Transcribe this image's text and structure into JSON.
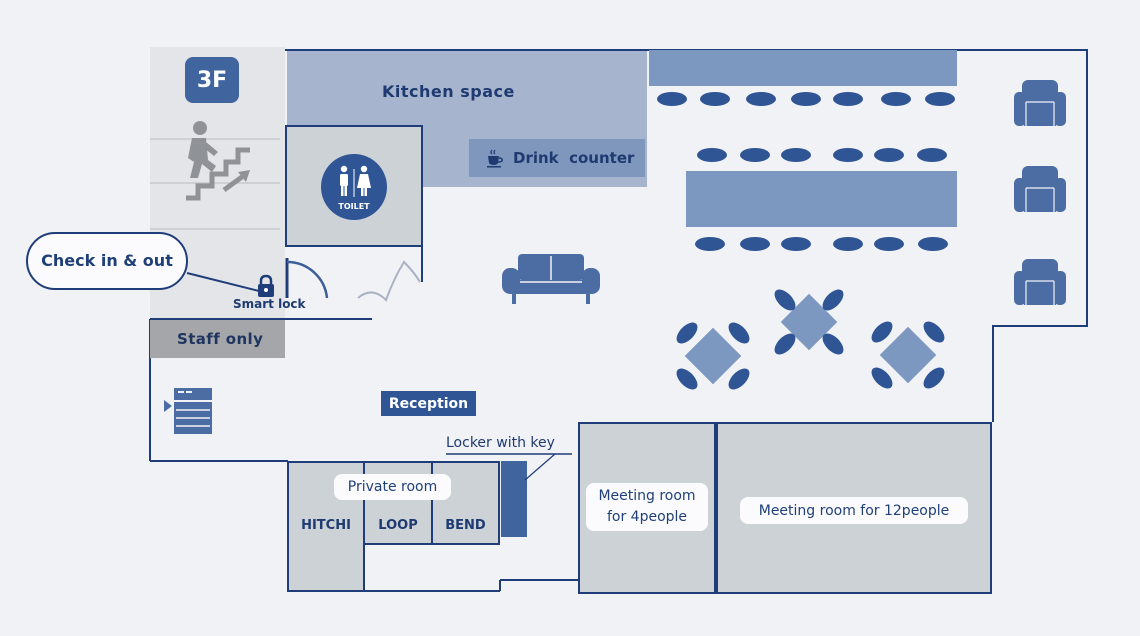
{
  "floor": {
    "label": "3F"
  },
  "areas": {
    "kitchen": "Kitchen space",
    "drink_counter": "Drink  counter",
    "staff_only": "Staff only",
    "reception": "Reception",
    "check_in_out": "Check in & out",
    "smart_lock": "Smart lock",
    "locker": "Locker with key",
    "private_room": "Private room"
  },
  "toilet": {
    "label": "TOILET"
  },
  "rooms": {
    "hitchi": "HITCHI",
    "loop": "LOOP",
    "bend": "BEND",
    "meeting4_line1": "Meeting room",
    "meeting4_line2": "for 4people",
    "meeting12": "Meeting room for 12people"
  },
  "colors": {
    "wall": "#1f3d78",
    "accent_dark": "#2f5595",
    "furniture": "#4c6da4",
    "table": "#7d98c0",
    "room_fill": "#ccd2d6",
    "kitchen_fill": "#a6b4ce",
    "stair_fill": "#e4e5e9",
    "background": "#f1f2f6"
  },
  "icons": [
    "stairs-icon",
    "toilet-icon",
    "coffee-cup-icon",
    "lock-icon",
    "sofa-icon",
    "armchair-icon",
    "copier-icon"
  ]
}
